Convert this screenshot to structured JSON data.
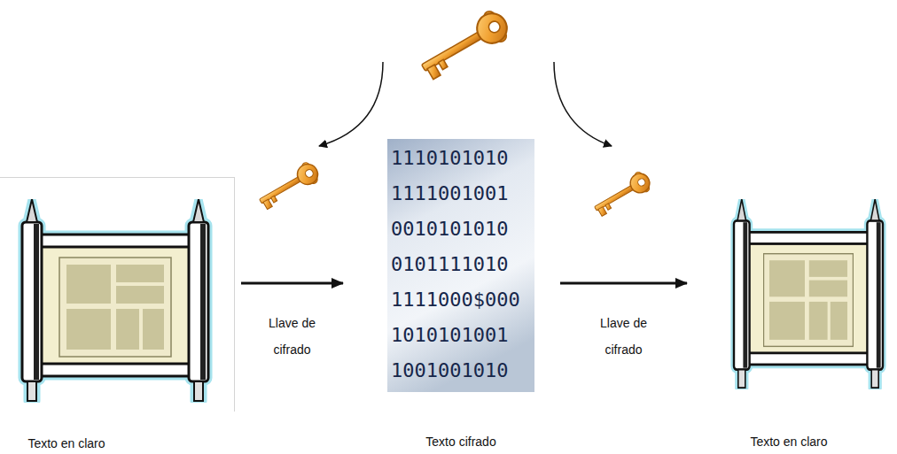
{
  "diagram": {
    "nodes": [
      {
        "text": [
          "Texto en claro"
        ]
      },
      {
        "text": [
          "Texto cifrado"
        ]
      },
      {
        "text": [
          "Texto en claro"
        ]
      }
    ],
    "edges": [
      {
        "from": 0,
        "to": 1,
        "arrow": "to",
        "label": "Llave de cifrado"
      },
      {
        "from": 1,
        "to": 2,
        "arrow": "to",
        "label": "Llave de cifrado"
      }
    ],
    "labels": [
      "1110101010",
      "1111001001",
      "0010101010",
      "0101111010",
      "1111000$000",
      "1010101001",
      "1001001010"
    ]
  }
}
